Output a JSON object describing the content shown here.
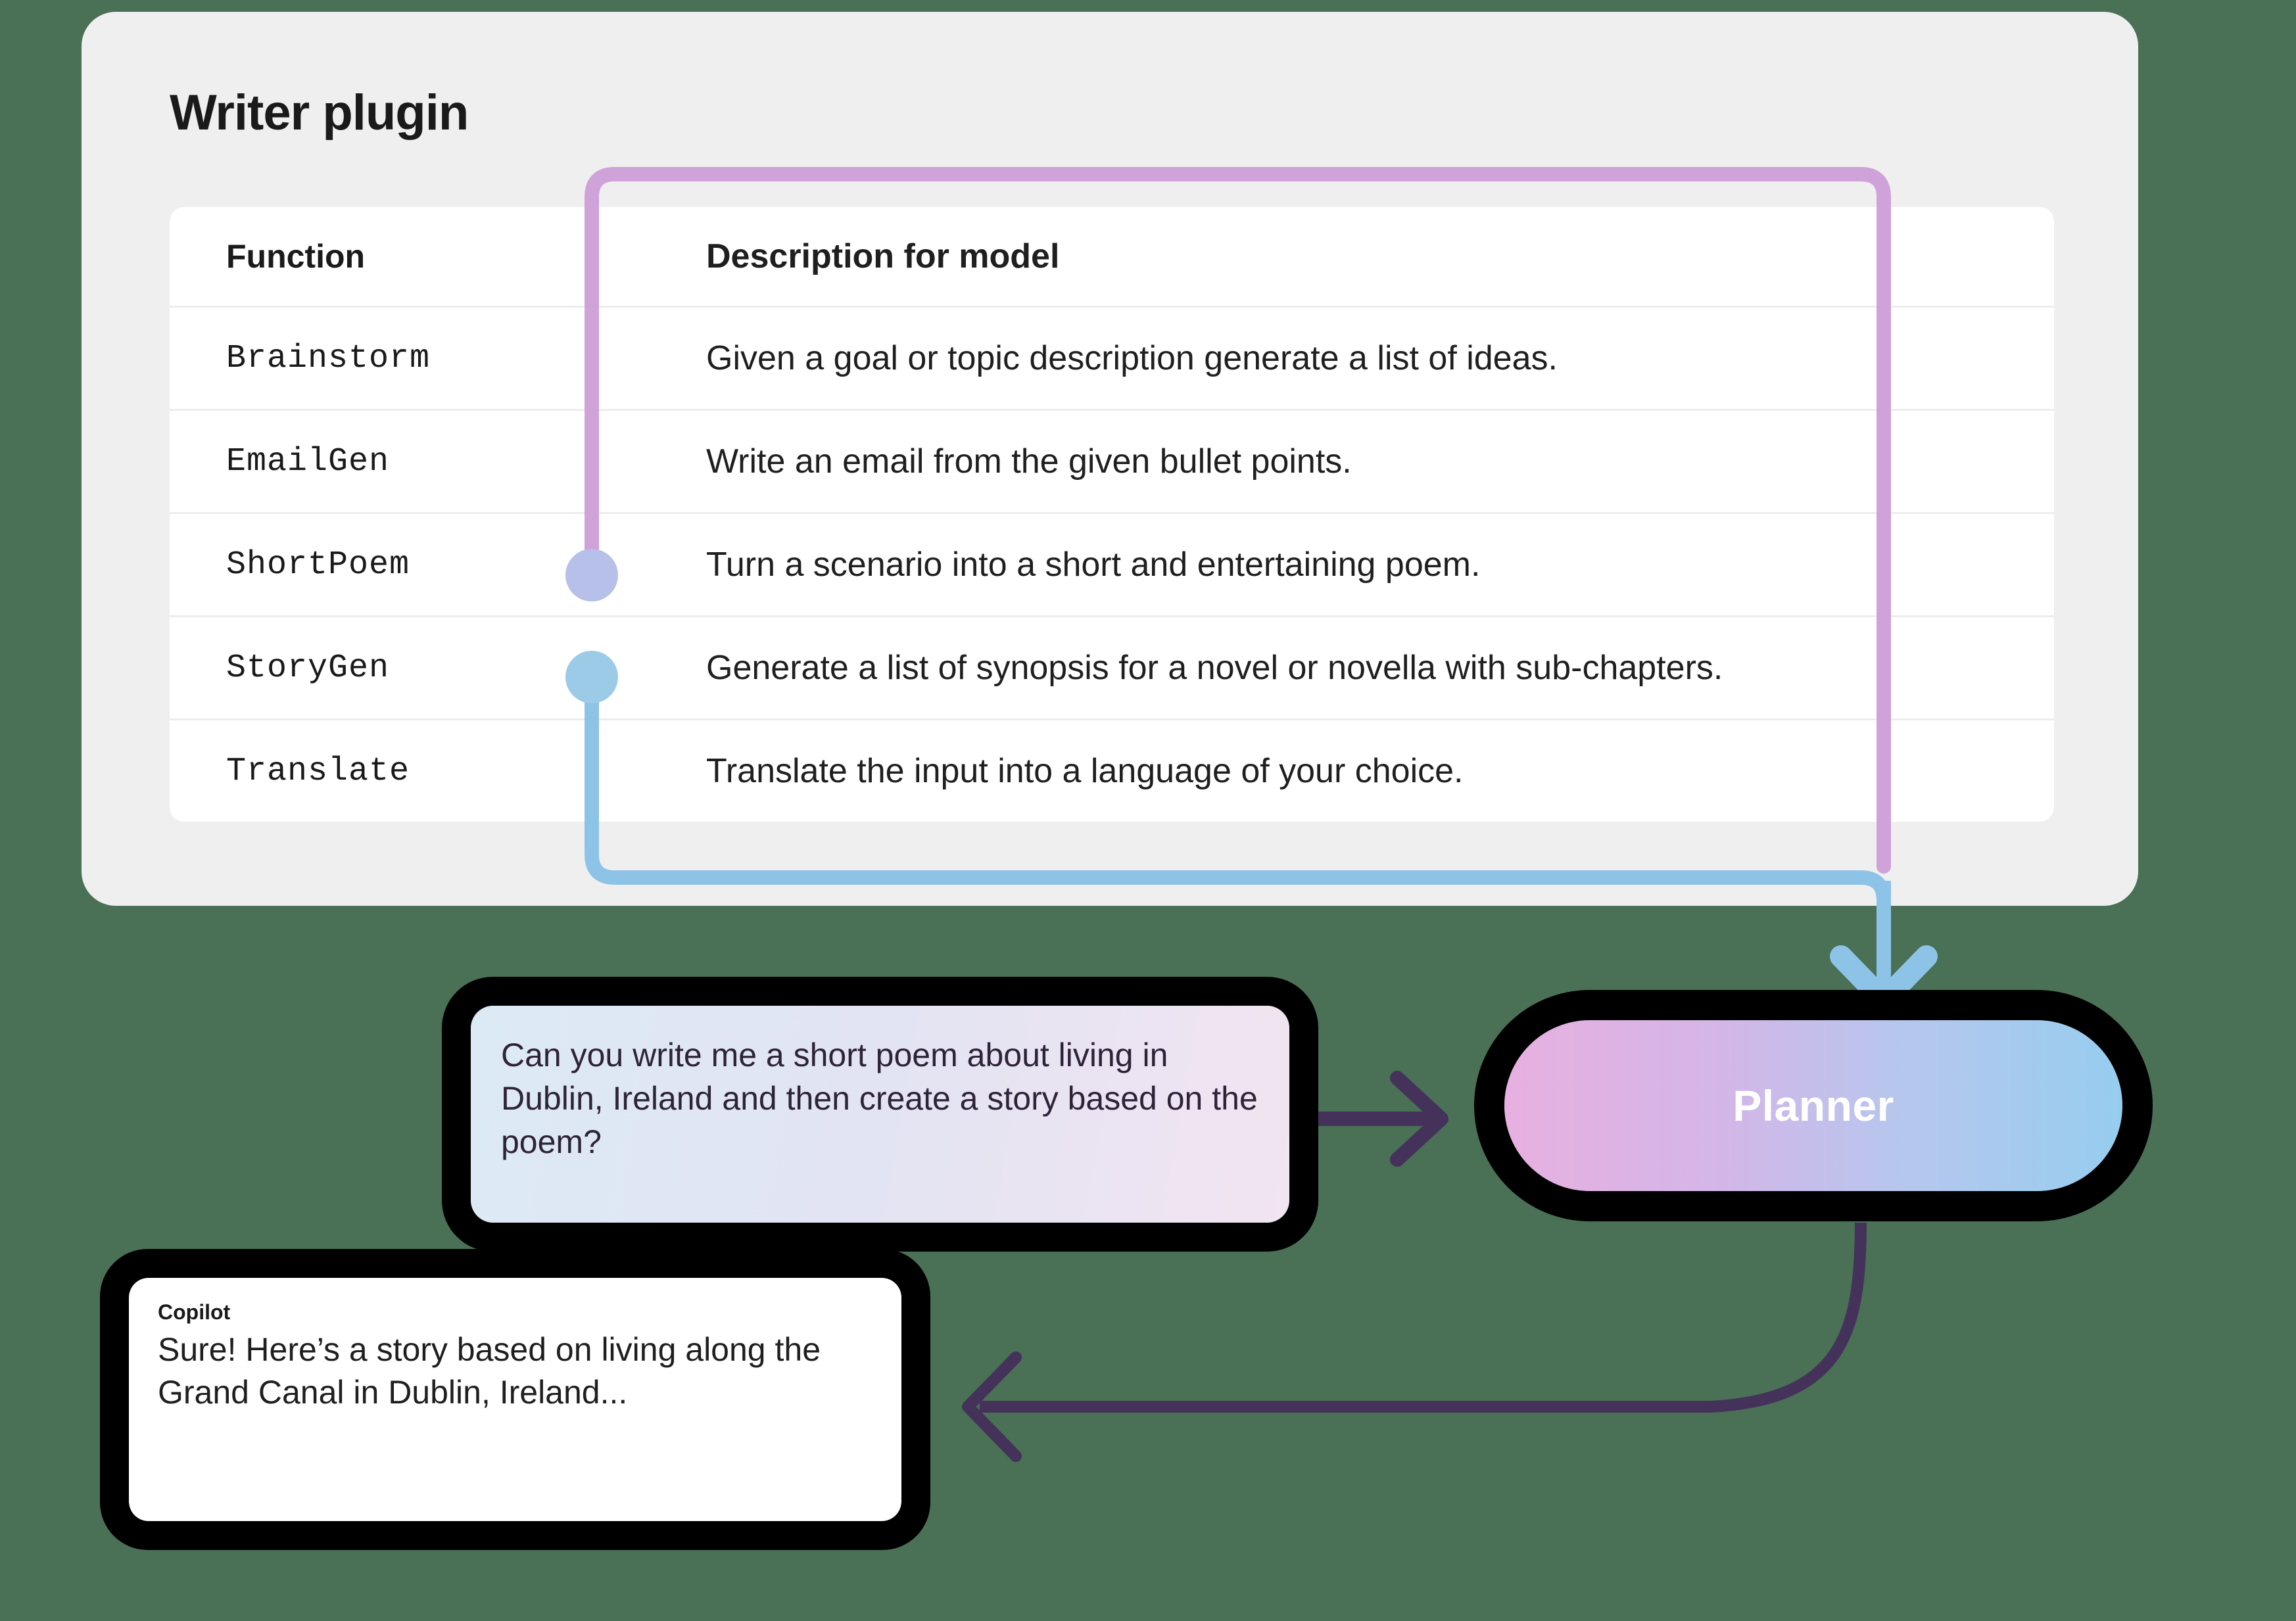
{
  "panel": {
    "title": "Writer plugin",
    "background_color": "#efefef"
  },
  "page": {
    "background_color": "#4a7055"
  },
  "table": {
    "headers": [
      "Function",
      "Description for model"
    ],
    "rows": [
      {
        "function": "Brainstorm",
        "description": "Given a goal or topic description generate a list of ideas.",
        "connector": null
      },
      {
        "function": "EmailGen",
        "description": "Write an email from the given bullet points.",
        "connector": null
      },
      {
        "function": "ShortPoem",
        "description": "Turn a scenario into a short and entertaining poem.",
        "connector": "lavender"
      },
      {
        "function": "StoryGen",
        "description": "Generate a list of synopsis for a novel or novella with sub-chapters.",
        "connector": "blue"
      },
      {
        "function": "Translate",
        "description": "Translate the input into a language of your choice.",
        "connector": null
      }
    ]
  },
  "flow": {
    "user_message": "Can you write me a short poem about living in Dublin, Ireland and then create a story based on the poem?",
    "planner_label": "Planner",
    "copilot_sender": "Copilot",
    "copilot_message": "Sure! Here’s a story based on living along the Grand Canal in Dublin, Ireland..."
  },
  "colors": {
    "connector_lavender": "#cfa2d9",
    "connector_blue": "#8ec3e8",
    "dot_shortpoem": "#b6c0e8",
    "dot_storygen": "#9ccbe8",
    "arrow_purple": "#44325a",
    "planner_text": "#ffffff"
  }
}
